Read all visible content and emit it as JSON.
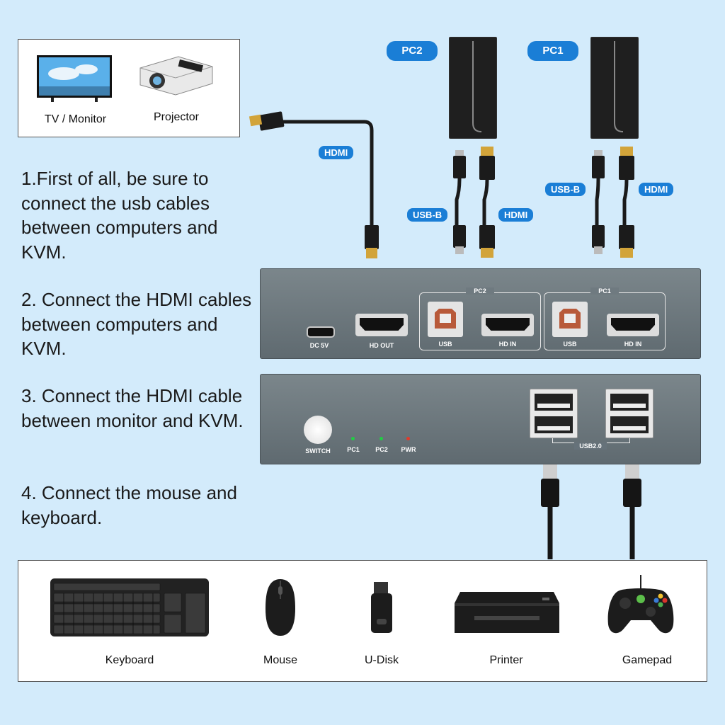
{
  "top_box": {
    "tv_label": "TV / Monitor",
    "projector_label": "Projector"
  },
  "steps": [
    "1.First of all, be sure to connect the usb cables between computers and KVM.",
    "2. Connect the HDMI cables between computers and KVM.",
    "3. Connect the HDMI cable between monitor and KVM.",
    "4. Connect the mouse and keyboard."
  ],
  "pcs": [
    {
      "name": "PC2"
    },
    {
      "name": "PC1"
    }
  ],
  "cable_tags": {
    "hdmi": "HDMI",
    "usb_b": "USB-B"
  },
  "back_panel": {
    "dc": "DC 5V",
    "hd_out": "HD OUT",
    "pc2": "PC2",
    "pc1": "PC1",
    "usb": "USB",
    "hd_in": "HD IN"
  },
  "front_panel": {
    "switch": "SWITCH",
    "pc1": "PC1",
    "pc2": "PC2",
    "pwr": "PWR",
    "usb": "USB2.0"
  },
  "devices": [
    "Keyboard",
    "Mouse",
    "U-Disk",
    "Printer",
    "Gamepad"
  ],
  "colors": {
    "background": "#d3ebfb",
    "tag_blue": "#1a7ed6",
    "panel_gray": "#66727a",
    "led_green": "#22cc44",
    "led_red": "#e23a2a"
  }
}
